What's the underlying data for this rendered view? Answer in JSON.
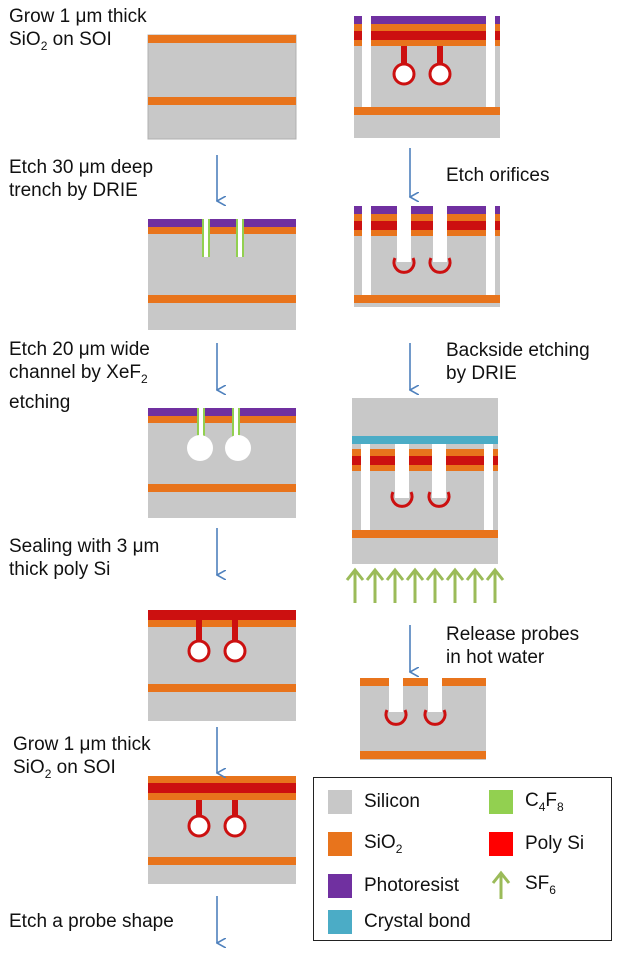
{
  "steps_left": [
    {
      "text_a": "Grow 1 μm thick",
      "text_b": "SiO",
      "sub": "2",
      "text_c": " on SOI"
    },
    {
      "text": "Etch 30 μm deep\ntrench by DRIE"
    },
    {
      "text_a": "Etch 20 μm wide",
      "text_b": "channel by XeF",
      "sub": "2",
      "text_c": "\netching"
    },
    {
      "text": "Sealing with 3 μm\nthick poly Si"
    },
    {
      "text_a": "Grow 1 μm thick",
      "text_b": "SiO",
      "sub": "2",
      "text_c": " on SOI"
    },
    {
      "text": "Etch a probe shape"
    }
  ],
  "steps_right": [
    {
      "text": "Etch orifices"
    },
    {
      "text": "Backside etching\nby DRIE"
    },
    {
      "text": "Release probes\nin hot water"
    }
  ],
  "legend": {
    "silicon": "Silicon",
    "sio2": "SiO",
    "sio2_sub": "2",
    "photoresist": "Photoresist",
    "crystal_bond": "Crystal bond",
    "c4f8_a": "C",
    "c4f8_b": "4",
    "c4f8_c": "F",
    "c4f8_d": "8",
    "polysi": "Poly Si",
    "sf6_a": "SF",
    "sf6_b": "6"
  },
  "colors": {
    "silicon": "#c8c8c8",
    "sio2": "#e8741c",
    "photoresist": "#7030a0",
    "crystal_bond": "#4bacc6",
    "c4f8": "#92d050",
    "polysi": "#cc1010",
    "sf6": "#9bbb59",
    "arrow": "#4f81bd"
  }
}
